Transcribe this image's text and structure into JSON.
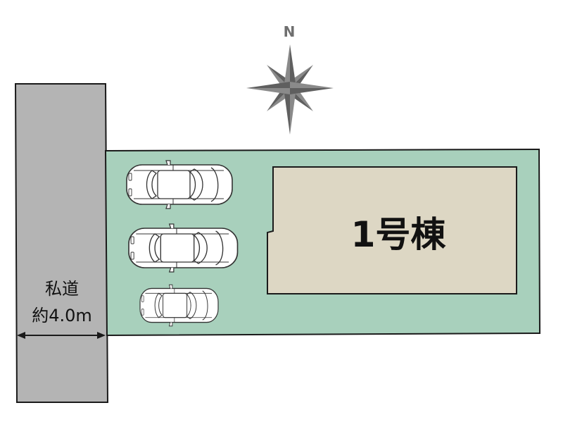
{
  "compass": {
    "north_label": "N",
    "icon": "compass-rose-icon"
  },
  "road": {
    "label_line1": "私道",
    "label_line2": "約4.0m",
    "icon": "double-arrow-icon"
  },
  "building": {
    "label": "1号棟"
  },
  "parking": {
    "car_count": 3,
    "icon": "car-icon"
  },
  "colors": {
    "road": "#b4b4b4",
    "lot": "#a8d0bc",
    "building": "#ddd7c4",
    "outline": "#1a1a1a",
    "compass": "#6f6f6f"
  }
}
